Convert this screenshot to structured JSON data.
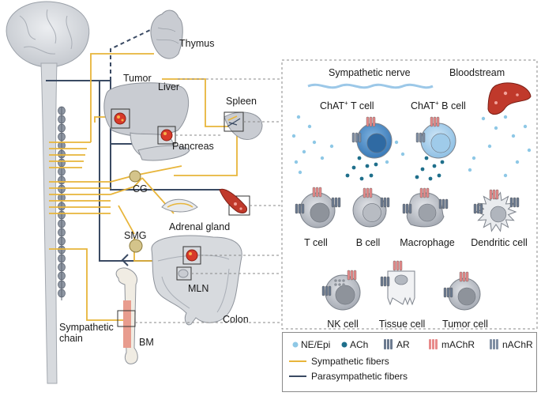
{
  "labels": {
    "thymus": "Thymus",
    "tumor": "Tumor",
    "liver": "Liver",
    "spleen": "Spleen",
    "pancreas": "Pancreas",
    "cg": "CG",
    "adrenal_gland": "Adrenal gland",
    "smg": "SMG",
    "mln": "MLN",
    "colon": "Colon",
    "bm": "BM",
    "sympathetic_chain_line1": "Sympathetic",
    "sympathetic_chain_line2": "chain"
  },
  "panel": {
    "sympathetic_nerve": "Sympathetic nerve",
    "bloodstream": "Bloodstream",
    "chat_t_cell_pre": "ChAT",
    "chat_t_cell_sup": "+",
    "chat_t_cell_post": " T cell",
    "chat_b_cell_pre": "ChAT",
    "chat_b_cell_sup": "+",
    "chat_b_cell_post": " B cell",
    "cells": [
      "T cell",
      "B cell",
      "Macrophage",
      "Dendritic cell",
      "NK cell",
      "Tissue cell",
      "Tumor cell"
    ]
  },
  "legend": {
    "ne_epi": "NE/Epi",
    "ach": "ACh",
    "ar": "AR",
    "machr": "mAChR",
    "nachr": "nAChR",
    "sympathetic_fibers": "Sympathetic fibers",
    "parasympathetic_fibers": "Parasympathetic fibers"
  },
  "colors": {
    "sympathetic": "#e8b53a",
    "parasympathetic": "#3a4a63",
    "ne_epi_dot": "#8ec8e6",
    "ach_dot": "#1f6f8b",
    "machr": "#e88a8a",
    "nachr": "#7f8ea3",
    "ar": "#6b7a8f",
    "tissue_gray": "#c9ccd2",
    "tumor_red": "#d83a2a",
    "blood_red": "#c0392b"
  }
}
